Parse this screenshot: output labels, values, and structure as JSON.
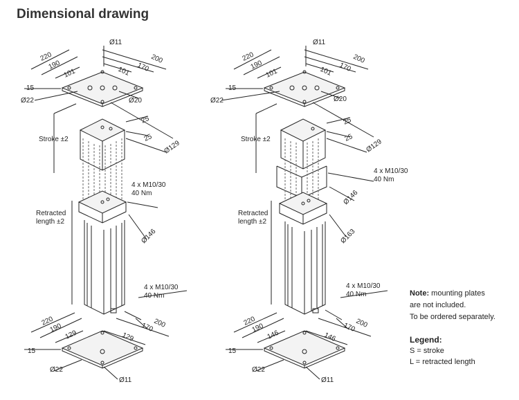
{
  "title": "Dimensional drawing",
  "labels": {
    "d220": "220",
    "d200": "200",
    "d190": "190",
    "d170": "170",
    "d101": "101",
    "d146": "146",
    "d129": "129",
    "d25": "25",
    "d15": "15",
    "o11": "Ø11",
    "o20": "Ø20",
    "o22": "Ø22",
    "o129": "Ø129",
    "o146": "Ø146",
    "o163": "Ø163",
    "stroke": "Stroke ±2",
    "retracted1": "Retracted",
    "retracted2": "length ±2",
    "m10": "4 x M10/30",
    "nm40": "40 Nm"
  },
  "note": {
    "bold": "Note:",
    "line1": " mounting plates",
    "line2": "are not included.",
    "line3": "To be ordered separately."
  },
  "legend": {
    "title": "Legend:",
    "s": "S = stroke",
    "l": "L = retracted length"
  }
}
